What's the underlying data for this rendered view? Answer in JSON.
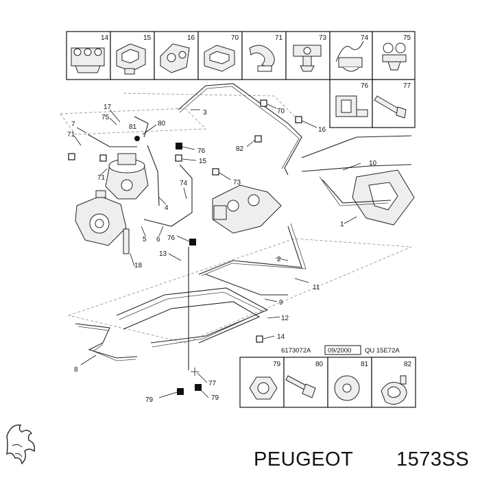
{
  "brand": {
    "name": "PEUGEOT",
    "part_number": "1573SS"
  },
  "top_legend": {
    "row1": [
      "14",
      "15",
      "16",
      "70",
      "71",
      "73",
      "74",
      "75"
    ],
    "row2": [
      "76",
      "77"
    ]
  },
  "bottom_legend": [
    "79",
    "80",
    "81",
    "82"
  ],
  "reference": {
    "drawing": "6173072A",
    "date": "09/2000",
    "code": "QU 15E72A"
  },
  "callouts": {
    "c1": "1",
    "c2": "2",
    "c3": "3",
    "c4": "4",
    "c5": "5",
    "c6": "6",
    "c7": "7",
    "c8": "8",
    "c9": "9",
    "c10": "10",
    "c11": "11",
    "c12": "12",
    "c13": "13",
    "c14": "14",
    "c15": "15",
    "c16": "16",
    "c17": "17",
    "c18": "18",
    "c70": "70",
    "c71a": "71",
    "c71b": "71",
    "c73": "73",
    "c74": "74",
    "c75": "75",
    "c76a": "76",
    "c76b": "76",
    "c77": "77",
    "c79a": "79",
    "c79b": "79",
    "c80": "80",
    "c81": "81",
    "c82": "82"
  }
}
